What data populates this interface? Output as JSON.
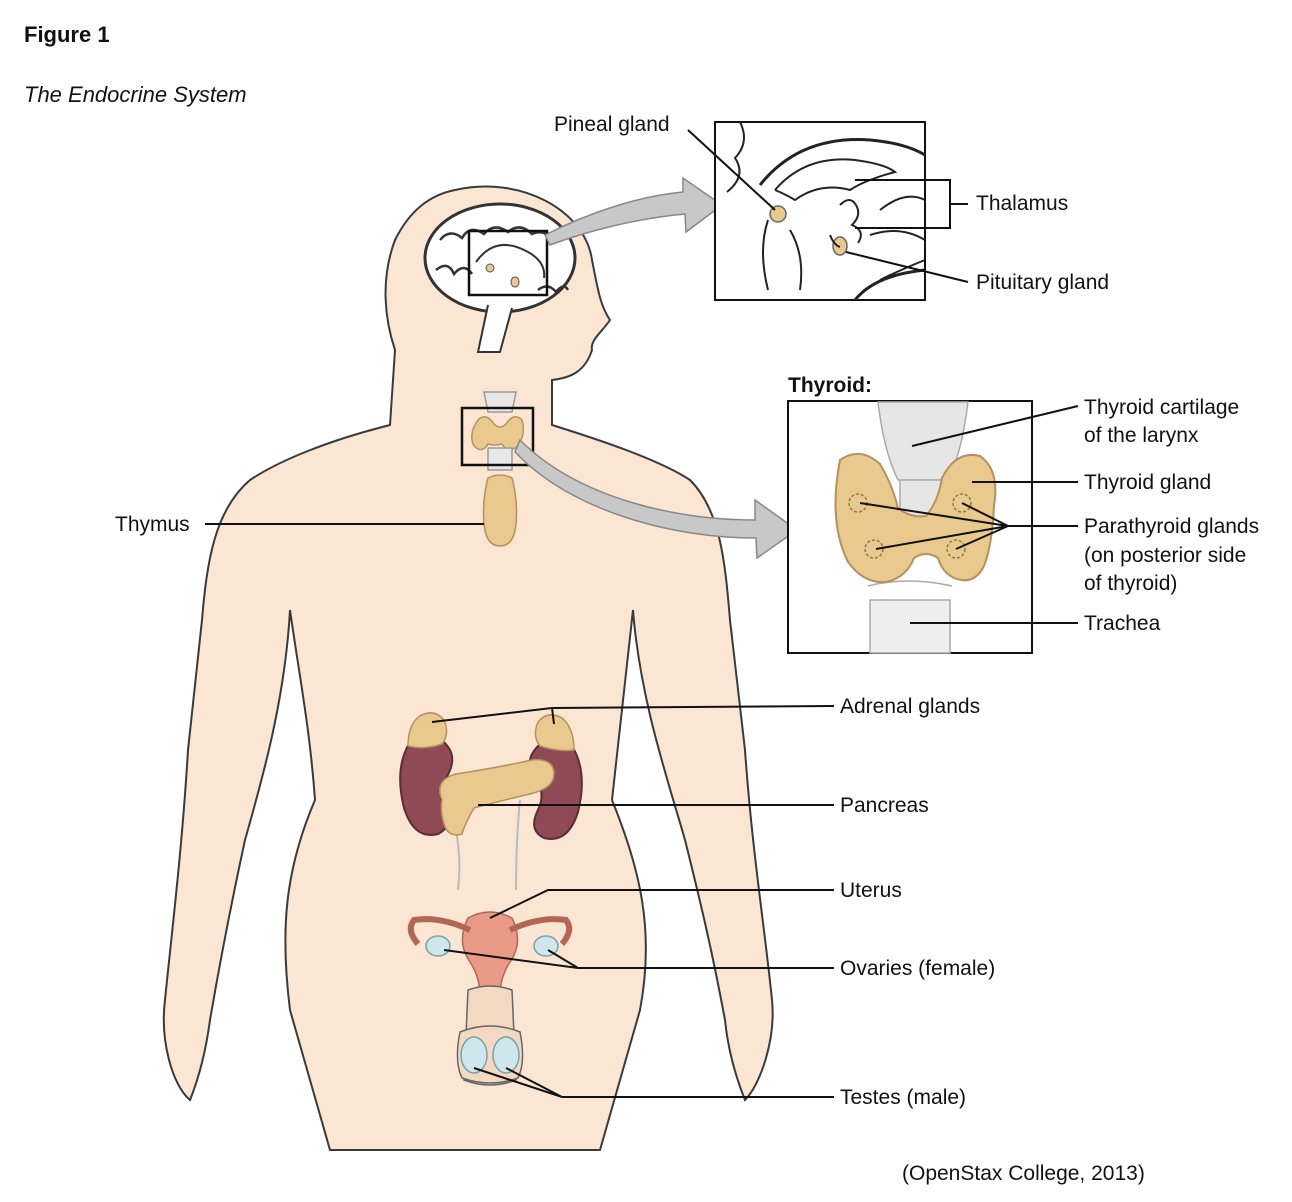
{
  "figure": {
    "number": "Figure 1",
    "title": "The Endocrine System",
    "credit": "(OpenStax College, 2013)"
  },
  "labels": {
    "pineal": "Pineal gland",
    "thalamus": "Thalamus",
    "pituitary": "Pituitary gland",
    "thyroid_heading": "Thyroid:",
    "thyroid_cartilage_1": "Thyroid cartilage",
    "thyroid_cartilage_2": "of the larynx",
    "thyroid_gland": "Thyroid gland",
    "parathyroid_1": "Parathyroid glands",
    "parathyroid_2": "(on posterior side",
    "parathyroid_3": "of thyroid)",
    "trachea": "Trachea",
    "thymus": "Thymus",
    "adrenal": "Adrenal glands",
    "pancreas": "Pancreas",
    "uterus": "Uterus",
    "ovaries": "Ovaries (female)",
    "testes": "Testes (male)"
  },
  "colors": {
    "skin": "#fbe6d4",
    "gland": "#e9c98d",
    "kidney": "#8f4a55",
    "uterus": "#e99a86",
    "ovary": "#cde7ec",
    "arrow": "#c8c8c8"
  }
}
